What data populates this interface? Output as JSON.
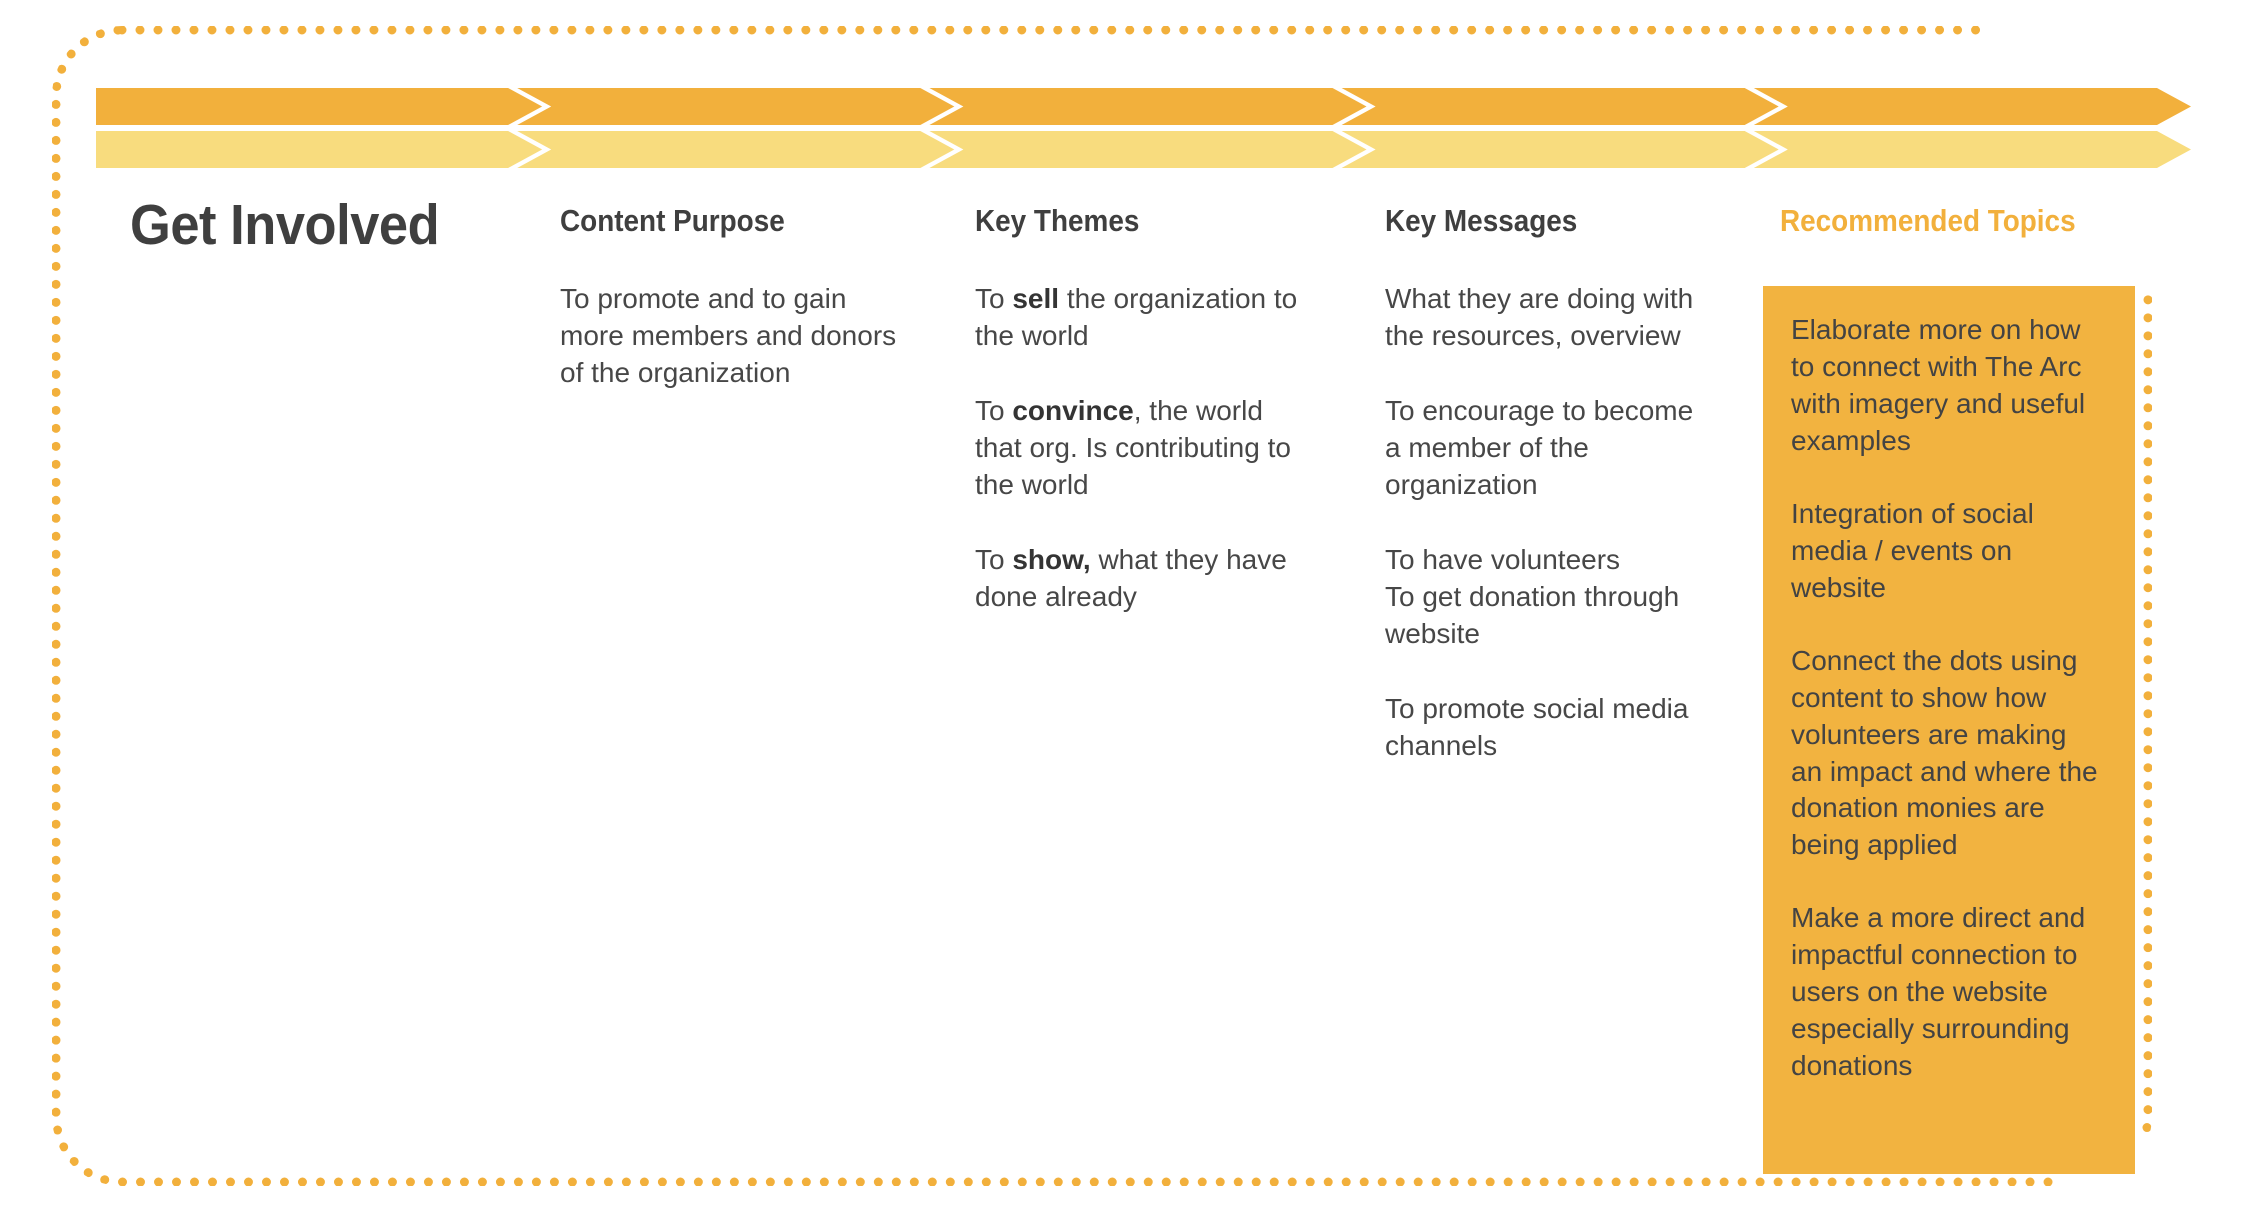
{
  "theme": {
    "accent_orange": "#F2B03C",
    "panel_orange": "#F2B340",
    "band_top_orange": "#F2B03C",
    "band_bottom_orange": "#F8DC7E",
    "text_dark": "#3F3F3F",
    "body_text": "#474747",
    "background": "#FFFFFF"
  },
  "title": "Get Involved",
  "band": {
    "segment_count": 5
  },
  "columns": [
    {
      "key": "content_purpose",
      "header": "Content Purpose",
      "accent": false,
      "paragraphs": [
        {
          "runs": [
            {
              "text": "To promote and to gain more members and donors of the organization",
              "bold": false
            }
          ]
        }
      ]
    },
    {
      "key": "key_themes",
      "header": "Key Themes",
      "accent": false,
      "paragraphs": [
        {
          "runs": [
            {
              "text": "To ",
              "bold": false
            },
            {
              "text": "sell",
              "bold": true
            },
            {
              "text": " the organization to the world",
              "bold": false
            }
          ]
        },
        {
          "runs": [
            {
              "text": "To ",
              "bold": false
            },
            {
              "text": "convince",
              "bold": true
            },
            {
              "text": ", the world that org. Is contributing to the world",
              "bold": false
            }
          ]
        },
        {
          "runs": [
            {
              "text": "To ",
              "bold": false
            },
            {
              "text": "show,",
              "bold": true
            },
            {
              "text": " what they have done already",
              "bold": false
            }
          ]
        }
      ]
    },
    {
      "key": "key_messages",
      "header": "Key Messages",
      "accent": false,
      "paragraphs": [
        {
          "runs": [
            {
              "text": "What they are doing with the resources, overview",
              "bold": false
            }
          ]
        },
        {
          "runs": [
            {
              "text": "To encourage to become a member of the organization",
              "bold": false
            }
          ]
        },
        {
          "runs": [
            {
              "text": "To have volunteers",
              "bold": false
            }
          ],
          "tight": true
        },
        {
          "runs": [
            {
              "text": "To get donation through website",
              "bold": false
            }
          ]
        },
        {
          "runs": [
            {
              "text": "To promote social media channels",
              "bold": false
            }
          ]
        }
      ]
    },
    {
      "key": "recommended_topics",
      "header": "Recommended Topics",
      "accent": true,
      "paragraphs": [
        {
          "runs": [
            {
              "text": "Elaborate more on how to connect with The Arc with imagery and useful examples",
              "bold": false
            }
          ]
        },
        {
          "runs": [
            {
              "text": "Integration of social media / events on website",
              "bold": false
            }
          ]
        },
        {
          "runs": [
            {
              "text": "Connect the dots using content to show how volunteers are making an impact and where the donation monies are being applied",
              "bold": false
            }
          ]
        },
        {
          "runs": [
            {
              "text": "Make a more direct and impactful connection to users on the website especially surrounding donations",
              "bold": false
            }
          ]
        }
      ]
    }
  ]
}
